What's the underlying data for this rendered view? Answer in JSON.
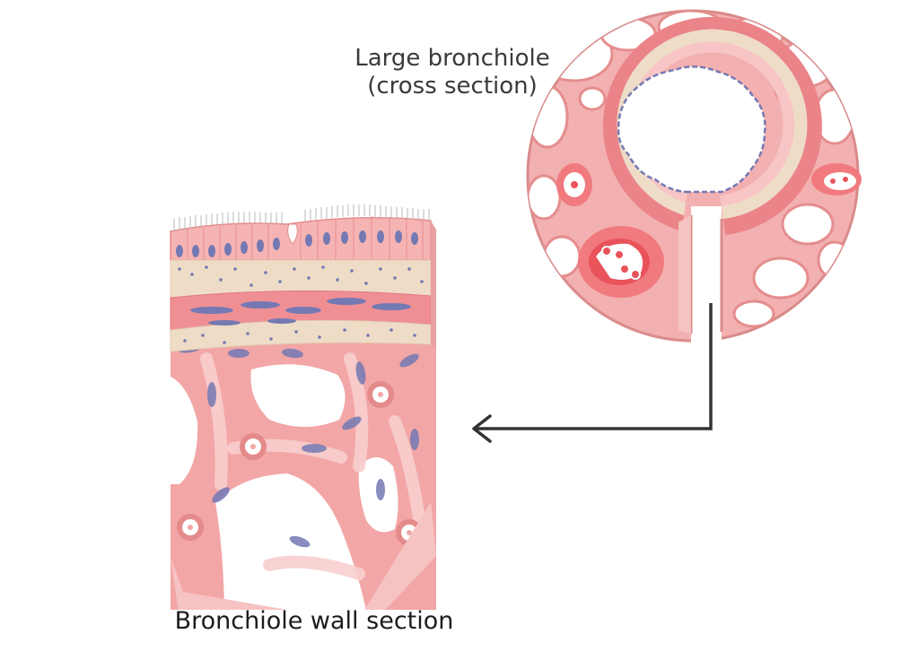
{
  "labels": {
    "cross_section_line1": "Large bronchiole",
    "cross_section_line2": "(cross section)",
    "wall_section": "Bronchiole wall section"
  },
  "colors": {
    "background": "#ffffff",
    "epithelium": "#f6b3b3",
    "connective": "#efdcc7",
    "smooth_muscle": "#ef8f94",
    "alveolar_tissue": "#f2a6a6",
    "alveolar_light": "#f9cfcf",
    "nucleus": "#7479b3",
    "blood_vessel": "#e9535a",
    "arrow": "#333333"
  },
  "icons": {
    "arrow": "arrow-left-icon"
  }
}
